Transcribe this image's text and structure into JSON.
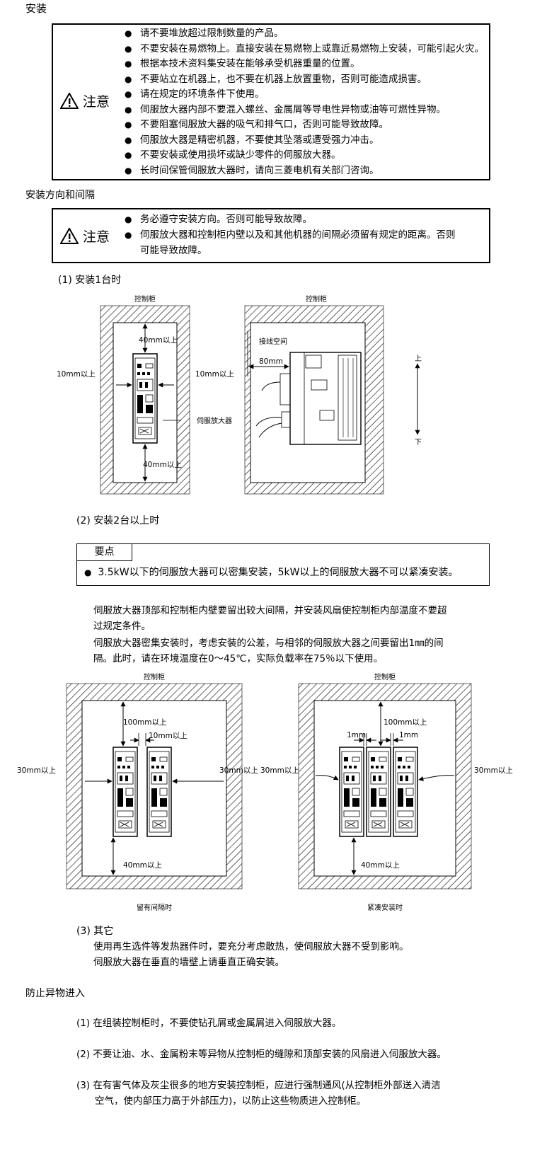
{
  "section_install": {
    "heading": "安装"
  },
  "caution_label": "注意",
  "caution1": {
    "items": [
      "请不要堆放超过限制数量的产品。",
      "不要安装在易燃物上。直接安装在易燃物上或靠近易燃物上安装，可能引起火灾。",
      "根据本技术资料集安装在能够承受机器重量的位置。",
      "不要站立在机器上，也不要在机器上放置重物，否则可能造成损害。",
      "请在规定的环境条件下使用。",
      "伺服放大器内部不要混入螺丝、金属屑等导电性异物或油等可燃性异物。",
      "不要阻塞伺服放大器的吸气和排气口，否则可能导致故障。",
      "伺服放大器是精密机器，不要使其坠落或遭受强力冲击。",
      "不要安装或使用损坏或缺少零件的伺服放大器。",
      "长时间保管伺服放大器时，请向三菱电机有关部门咨询。"
    ]
  },
  "section_direction": {
    "heading": "安装方向和间隔"
  },
  "caution2": {
    "items": [
      "务必遵守安装方向。否则可能导致故障。",
      "伺服放大器和控制柜内壁以及和其他机器的间隔必须留有规定的距离。否则",
      "可能导致故障。"
    ]
  },
  "sub1": {
    "heading": "(1)  安装1台时"
  },
  "diagram1": {
    "cabinet_label_left": "控制柜",
    "cabinet_label_right": "控制柜",
    "top_gap": "40mm以上",
    "left_gap": "10mm以上",
    "right_gap": "10mm以上",
    "amp_label": "伺服放大器",
    "bottom_gap": "40mm以上",
    "wiring_space": "接线空间",
    "wiring_depth": "80mm",
    "up": "上",
    "down": "下"
  },
  "sub2": {
    "heading": "(2)  安装2台以上时"
  },
  "keypoint": {
    "title": "要点",
    "text": "3.5kW以下的伺服放大器可以密集安装，5kW以上的伺服放大器不可以紧凑安装。"
  },
  "para2": [
    "伺服放大器顶部和控制柜内壁要留出较大间隔，并安装风扇使控制柜内部温度不要超",
    "过规定条件。",
    "伺服放大器密集安装时，考虑安装的公差，与相邻的伺服放大器之间要留出1㎜的间",
    "隔。此时，请在环境温度在0～45℃，实际负载率在75％以下使用。"
  ],
  "diagram2": {
    "left": {
      "cabinet_label": "控制柜",
      "top_gap": "100mm以上",
      "between_gap": "10mm以上",
      "left_gap": "30mm以上",
      "right_gap": "30mm以上",
      "bottom_gap": "40mm以上",
      "caption": "留有间隔时"
    },
    "right": {
      "cabinet_label": "控制柜",
      "top_gap": "100mm以上",
      "gap1": "1mm",
      "gap2": "1mm",
      "left_gap": "30mm以上",
      "right_gap": "30mm以上",
      "bottom_gap": "40mm以上",
      "caption": "紧凑安装时"
    }
  },
  "sub3": {
    "heading": "(3)  其它",
    "lines": [
      "使用再生选件等发热器件时，要充分考虑散热，使伺服放大器不受到影响。",
      "伺服放大器在垂直的墙壁上请垂直正确安装。"
    ]
  },
  "section_foreign": {
    "heading": "防止异物进入"
  },
  "foreign": {
    "item1": "(1)  在组装控制柜时，不要使钻孔屑或金属屑进入伺服放大器。",
    "item2": "(2)  不要让油、水、金属粉末等异物从控制柜的缝隙和顶部安装的风扇进入伺服放大器。",
    "item3_line1": "(3)  在有害气体及灰尘很多的地方安装控制柜，应进行强制通风(从控制柜外部送入清洁",
    "item3_line2": "空气，使内部压力高于外部压力)，以防止这些物质进入控制柜。"
  }
}
